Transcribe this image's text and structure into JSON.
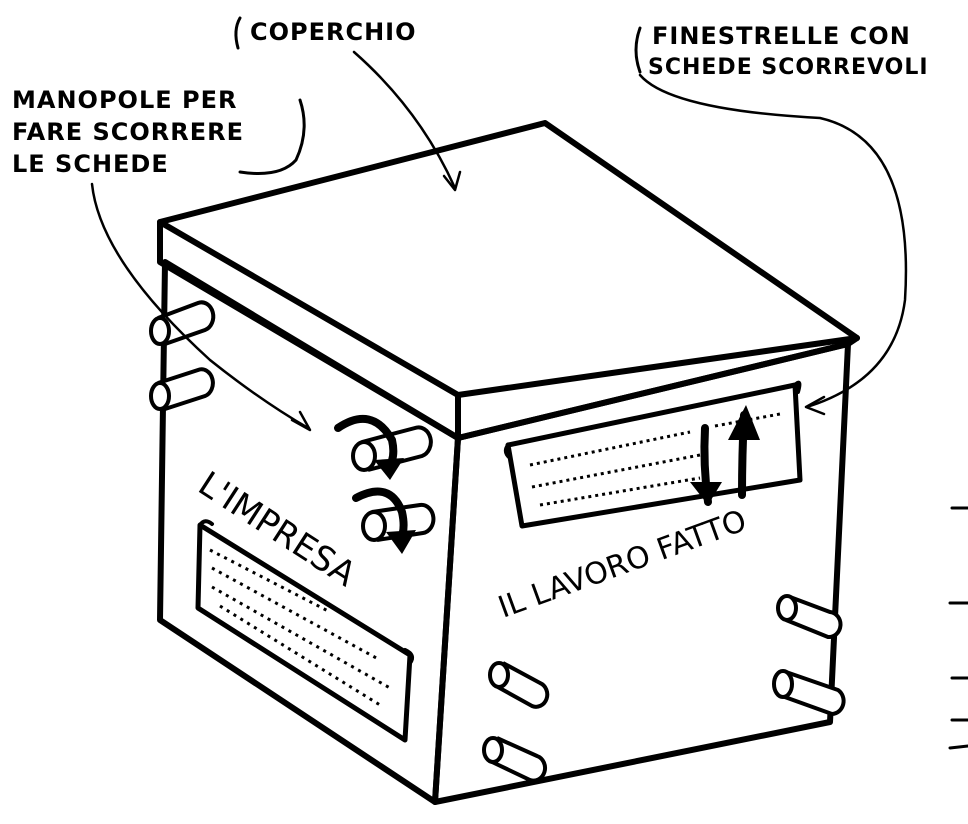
{
  "callouts": {
    "lid": "COPERCHIO",
    "windows_line1": "FINESTRELLE CON",
    "windows_line2": "SCHEDE SCORREVOLI",
    "knobs_line1": "MANOPOLE PER",
    "knobs_line2": "FARE SCORRERE",
    "knobs_line3": "LE SCHEDE"
  },
  "box": {
    "left_face_title": "L'IMPRESA",
    "right_face_title": "IL LAVORO FATTO"
  },
  "colors": {
    "ink": "#000000",
    "background": "#ffffff"
  }
}
